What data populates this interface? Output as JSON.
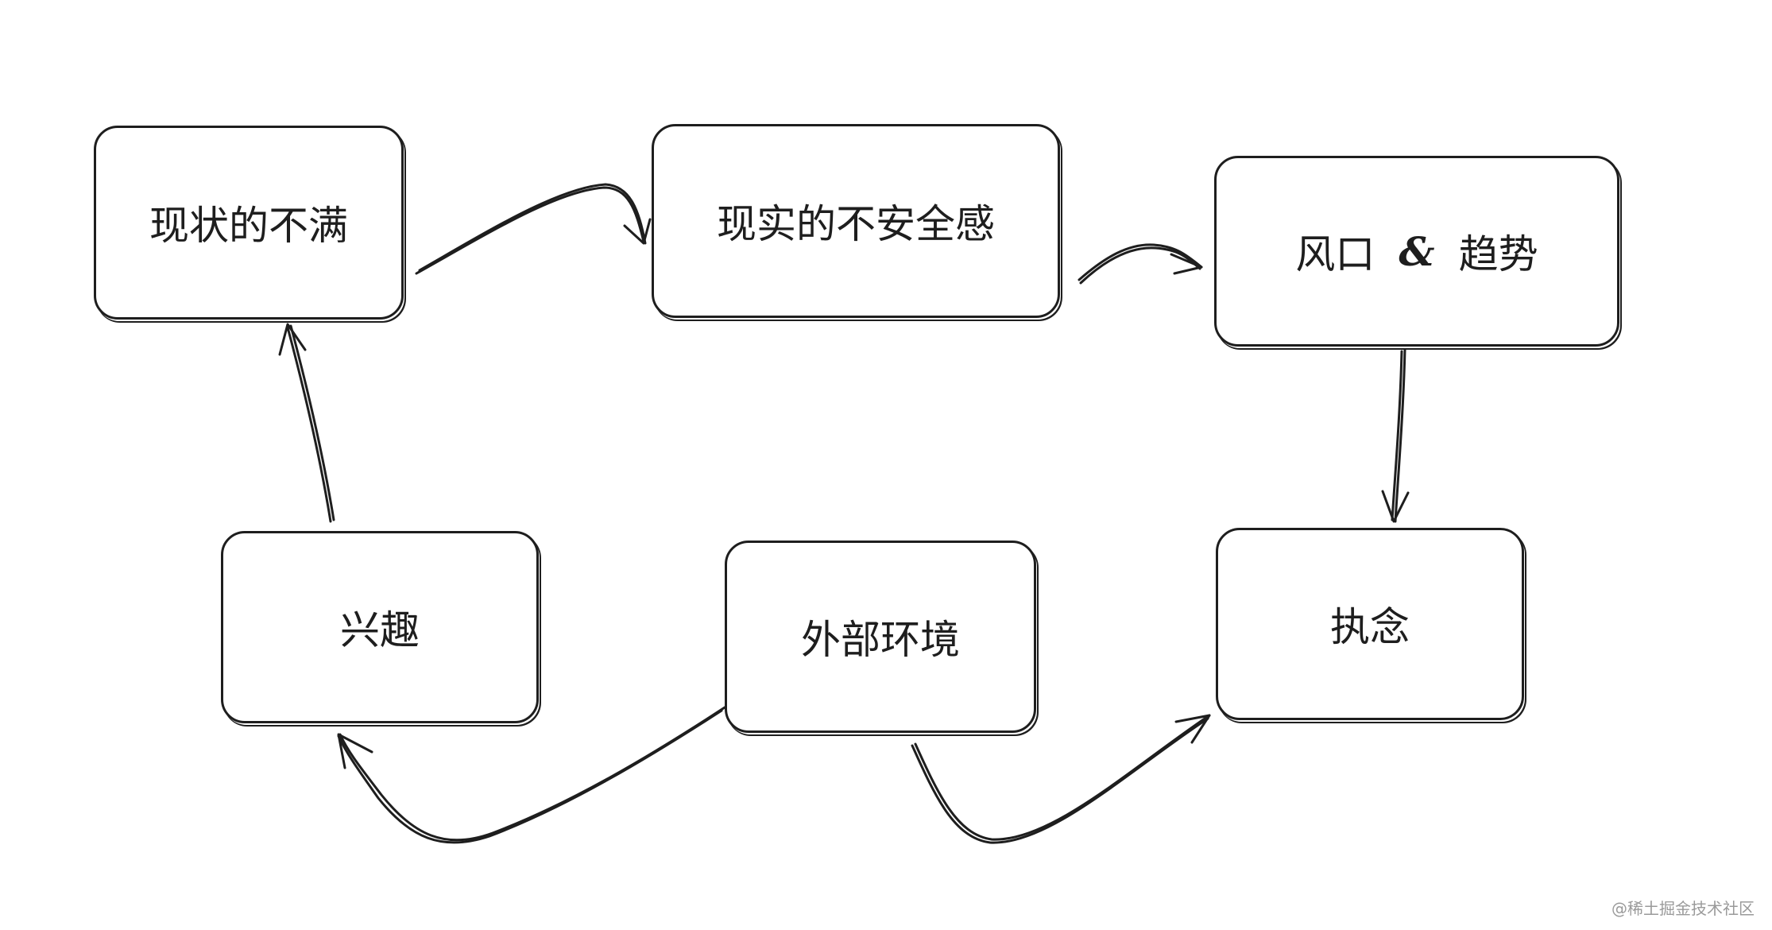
{
  "nodes": {
    "dissatisfaction": "现状的不满",
    "insecurity": "现实的不安全感",
    "trend_left": "风口",
    "trend_amp": "&",
    "trend_right": "趋势",
    "obsession": "执念",
    "environment": "外部环境",
    "interest": "兴趣"
  },
  "watermark": "@稀土掘金技术社区",
  "colors": {
    "stroke": "#1e1e1e",
    "background": "#ffffff"
  }
}
